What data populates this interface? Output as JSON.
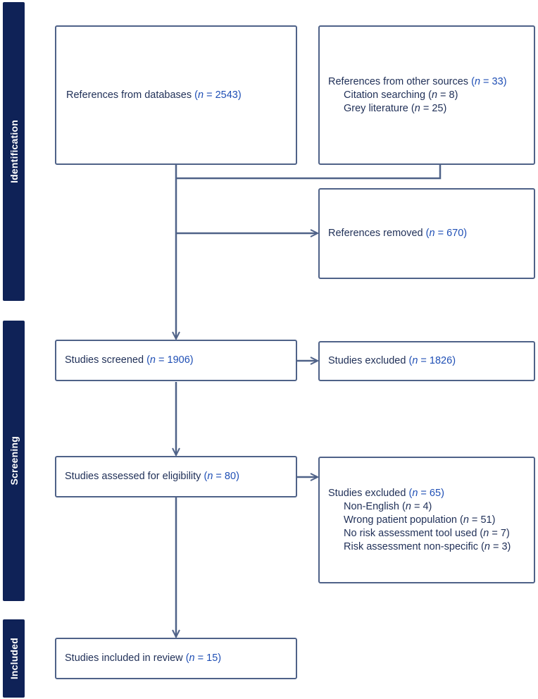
{
  "phases": {
    "identification": "Identification",
    "screening": "Screening",
    "included": "Included"
  },
  "n_symbol": "n",
  "boxes": {
    "databases": {
      "text": "References from databases",
      "value": "2543"
    },
    "other_sources": {
      "text": "References from other sources",
      "value": "33",
      "items": [
        {
          "text": "Citation searching",
          "value": "8"
        },
        {
          "text": "Grey literature",
          "value": "25"
        }
      ]
    },
    "removed": {
      "text": "References removed",
      "value": "670"
    },
    "screened": {
      "text": "Studies screened",
      "value": "1906"
    },
    "excluded_screening": {
      "text": "Studies excluded",
      "value": "1826"
    },
    "assessed": {
      "text": "Studies assessed for eligibility",
      "value": "80"
    },
    "excluded_eligibility": {
      "text": "Studies excluded",
      "value": "65",
      "items": [
        {
          "text": "Non-English",
          "value": "4"
        },
        {
          "text": "Wrong patient population",
          "value": "51"
        },
        {
          "text": "No risk assessment tool used",
          "value": "7"
        },
        {
          "text": "Risk assessment non-specific",
          "value": "3"
        }
      ]
    },
    "included": {
      "text": "Studies included in review",
      "value": "15"
    }
  },
  "colors": {
    "phase_bar": "#0f2257",
    "box_border": "#4f6288",
    "text": "#1f2f57",
    "count": "#1f4fb5"
  }
}
